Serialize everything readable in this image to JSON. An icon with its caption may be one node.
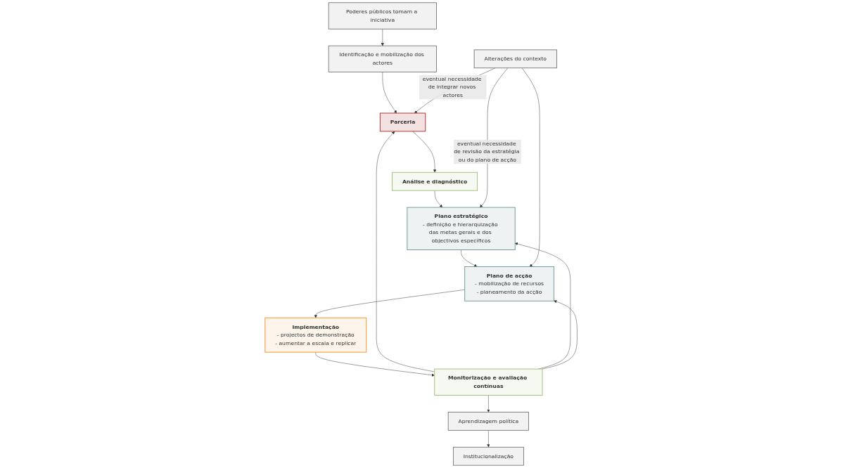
{
  "diagram": {
    "nodes": [
      {
        "text": [
          "Poderes públicos tomam a iniciativa"
        ]
      },
      {
        "text": [
          "Identificação e mobilização dos actores"
        ]
      },
      {
        "text": [
          "Parceria"
        ]
      },
      {
        "text": [
          "Análise e diagnóstico"
        ]
      },
      {
        "text": [
          "Plano estratégico",
          "- definição e hierarquização das metas gerais e dos objectivos específicos"
        ]
      },
      {
        "text": [
          "Plano de acção",
          "- mobilização de recursos",
          "- planeamento da acção"
        ]
      },
      {
        "text": [
          "Implementação",
          "- projectos de demonstração",
          "- aumentar a escala e replicar"
        ]
      },
      {
        "text": [
          "Monitorização e avaliação contínuas"
        ]
      },
      {
        "text": [
          "Alterações do contexto"
        ]
      },
      {
        "text": [
          "Aprendizagem política"
        ]
      },
      {
        "text": [
          "Institucionalização"
        ]
      }
    ],
    "edges": [
      {
        "from": 0,
        "to": 1,
        "arrow": "to"
      },
      {
        "from": 1,
        "to": 2,
        "arrow": "to"
      },
      {
        "from": 2,
        "to": 3,
        "arrow": "to"
      },
      {
        "from": 3,
        "to": 4,
        "arrow": "to"
      },
      {
        "from": 4,
        "to": 5,
        "arrow": "to"
      },
      {
        "from": 5,
        "to": 6,
        "arrow": "to"
      },
      {
        "from": 6,
        "to": 7,
        "arrow": "to"
      },
      {
        "from": 7,
        "to": 9,
        "arrow": "to"
      },
      {
        "from": 9,
        "to": 10,
        "arrow": "to"
      },
      {
        "from": 8,
        "to": 2,
        "arrow": "to",
        "label": "eventual necessidade de integrar novos actores"
      },
      {
        "from": 7,
        "to": 2,
        "arrow": "to"
      },
      {
        "from": 8,
        "to": 4,
        "arrow": "to",
        "label": "eventual necessidade de revisão da estratégia ou do plano de acção"
      },
      {
        "from": 8,
        "to": 5,
        "arrow": "to"
      },
      {
        "from": 7,
        "to": 4,
        "arrow": "to"
      },
      {
        "from": 7,
        "to": 5,
        "arrow": "to"
      }
    ]
  }
}
